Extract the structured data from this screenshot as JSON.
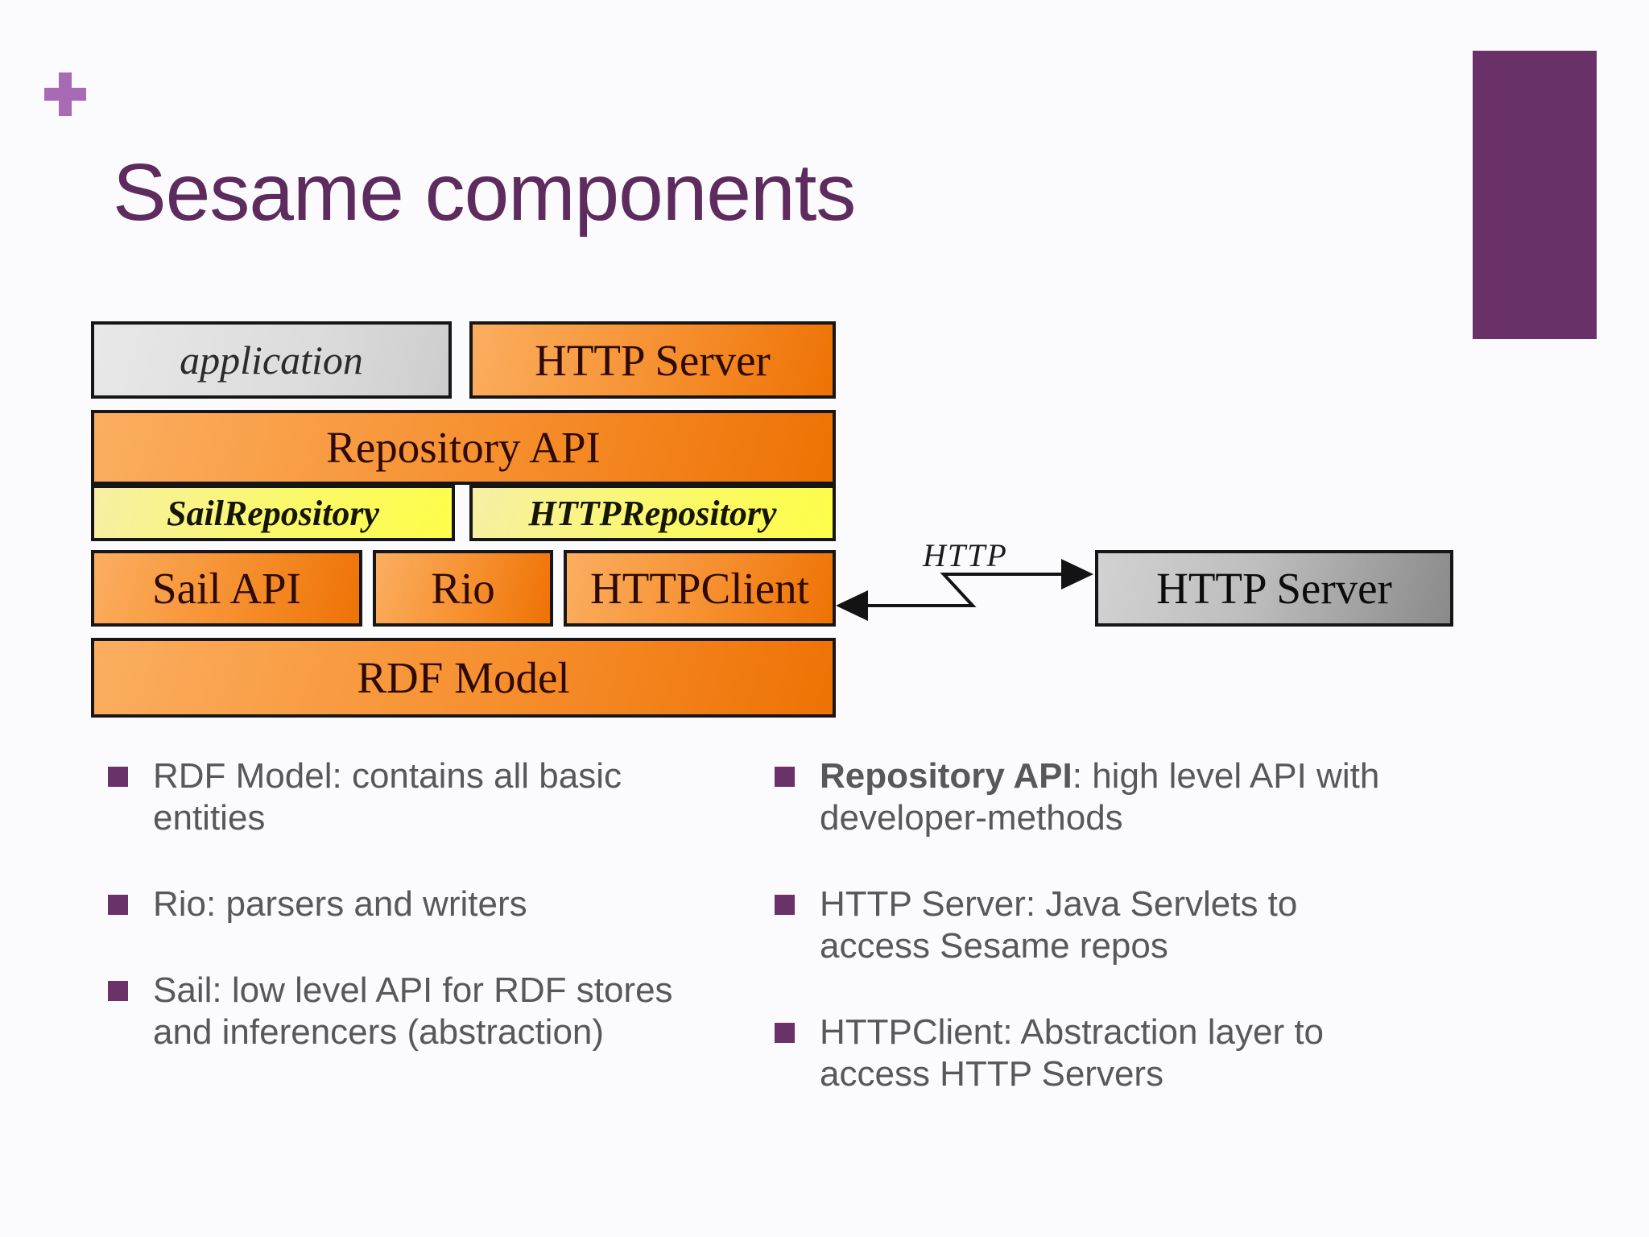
{
  "slide": {
    "title": "Sesame components"
  },
  "icons": {
    "plus_icon": "+",
    "bullet_marker": "square"
  },
  "colors": {
    "accent_purple": "#6a3169",
    "plus_purple": "#a869b5",
    "title_purple": "#5e2b5e",
    "body_text_gray": "#58585a",
    "diagram_orange": "#f28a2a",
    "diagram_yellow": "#fbf969",
    "diagram_gray_light": "#dcdcdc",
    "diagram_gray_dark": "#a5a5a5"
  },
  "diagram": {
    "application": "application",
    "http_server_top": "HTTP Server",
    "repository_api": "Repository API",
    "sail_repository": "SailRepository",
    "http_repository": "HTTPRepository",
    "sail_api": "Sail API",
    "rio": "Rio",
    "http_client": "HTTPClient",
    "rdf_model": "RDF Model",
    "http_server_right": "HTTP Server",
    "arrow_label": "HTTP"
  },
  "bullets": {
    "left": [
      {
        "bold": "",
        "text": "RDF Model: contains all basic entities"
      },
      {
        "bold": "",
        "text": "Rio: parsers and writers"
      },
      {
        "bold": "",
        "text": "Sail: low level API for RDF stores and inferencers (abstraction)"
      }
    ],
    "right": [
      {
        "bold": "Repository API",
        "text": ": high level API with developer-methods"
      },
      {
        "bold": "",
        "text": "HTTP Server: Java Servlets to access Sesame repos"
      },
      {
        "bold": "",
        "text": "HTTPClient: Abstraction layer to access HTTP Servers"
      }
    ]
  }
}
